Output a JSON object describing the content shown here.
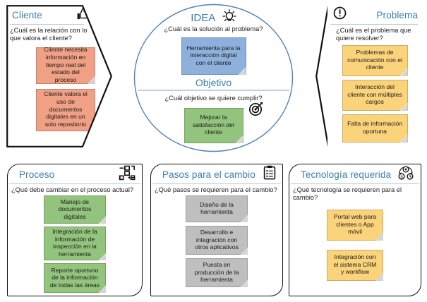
{
  "meta": {
    "title_color": "#3c7fae",
    "outline_color": "#111111",
    "circle_color": "#3c7fae"
  },
  "panels": {
    "cliente": {
      "title": "Cliente",
      "icon": "thumbs-up-icon",
      "question": "¿Cuál es la relación con lo que valora el cliente?",
      "color": "#f0a085",
      "cards": [
        "Cliente necesita información en tiempo real del estado del proceso",
        "Cliente valora el uso de documentos digitales en un solo repositorio"
      ]
    },
    "problema": {
      "title": "Problema",
      "icon": "exclamation-circle-icon",
      "question": "¿Cuál es el problema que quiere resolver?",
      "color": "#fbd37b",
      "cards": [
        "Problemas de comunicación con el cliente",
        "Interacción del cliente con múltiples cargos",
        "Falta de información oportuna"
      ]
    },
    "idea": {
      "title": "IDEA",
      "icon": "lightbulb-icon",
      "question": "¿Cuál es la solución al problema?",
      "color": "#8eb0dc",
      "cards": [
        "Herramienta para la interacción digital con el cliente"
      ]
    },
    "objetivo": {
      "title": "Objetivo",
      "icon": "target-icon",
      "question": "¿Cuál objetivo se quiere cumplir?",
      "color": "#93c47d",
      "cards": [
        "Mejorar la satisfacción del cliente"
      ]
    },
    "proceso": {
      "title": "Proceso",
      "icon": "process-flow-icon",
      "question": "¿Qué debe cambiar en el proceso actual?",
      "color": "#93c47d",
      "cards": [
        "Manejo de documentos digitales",
        "Integración de la información de inspección en la herramienta",
        "Reporte oportuno de la información de todas las áreas"
      ]
    },
    "pasos": {
      "title": "Pasos para el cambio",
      "icon": "clipboard-checklist-icon",
      "question": "¿Qué pasos se requieren para el cambio?",
      "color": "#bfbfbf",
      "cards": [
        "Diseño de la herramienta",
        "Desarrollo e integración con otros aplicativos",
        "Puesta en producción de la herramienta"
      ]
    },
    "tecnologia": {
      "title": "Tecnología requerida",
      "icon": "tech-gears-icon",
      "question": "¿Qué tecnología se requieren para el cambio?",
      "color": "#fbd37b",
      "cards": [
        "Portal web para clientes o App móvil",
        "Integración con el sistema CRM y workflow"
      ]
    }
  }
}
